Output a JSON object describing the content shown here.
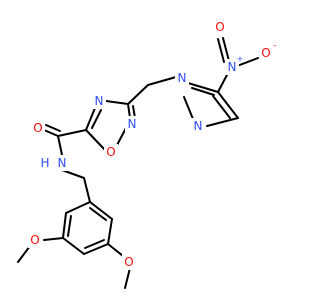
{
  "molecule": {
    "atoms": {
      "o_nitro_top": {
        "symbol": "O",
        "color": "#ff0d0d"
      },
      "n_nitro": {
        "symbol": "N",
        "color": "#3050f8"
      },
      "n_nitro_charge": {
        "symbol": "+",
        "color": "#3050f8"
      },
      "o_nitro_right": {
        "symbol": "O",
        "color": "#ff0d0d"
      },
      "o_nitro_right_charge": {
        "symbol": "-",
        "color": "#ff0d0d"
      },
      "n_pyrazole_1": {
        "symbol": "N",
        "color": "#3050f8"
      },
      "n_pyrazole_2": {
        "symbol": "N",
        "color": "#3050f8"
      },
      "n_oxadiazole_4": {
        "symbol": "N",
        "color": "#3050f8"
      },
      "n_oxadiazole_2": {
        "symbol": "N",
        "color": "#3050f8"
      },
      "o_oxadiazole": {
        "symbol": "O",
        "color": "#ff0d0d"
      },
      "o_carbonyl": {
        "symbol": "O",
        "color": "#ff0d0d"
      },
      "n_amide": {
        "symbol": "N",
        "color": "#3050f8"
      },
      "h_amide": {
        "symbol": "H",
        "color": "#3050f8"
      },
      "o_methoxy_left": {
        "symbol": "O",
        "color": "#ff0d0d"
      },
      "o_methoxy_right": {
        "symbol": "O",
        "color": "#ff0d0d"
      }
    }
  }
}
